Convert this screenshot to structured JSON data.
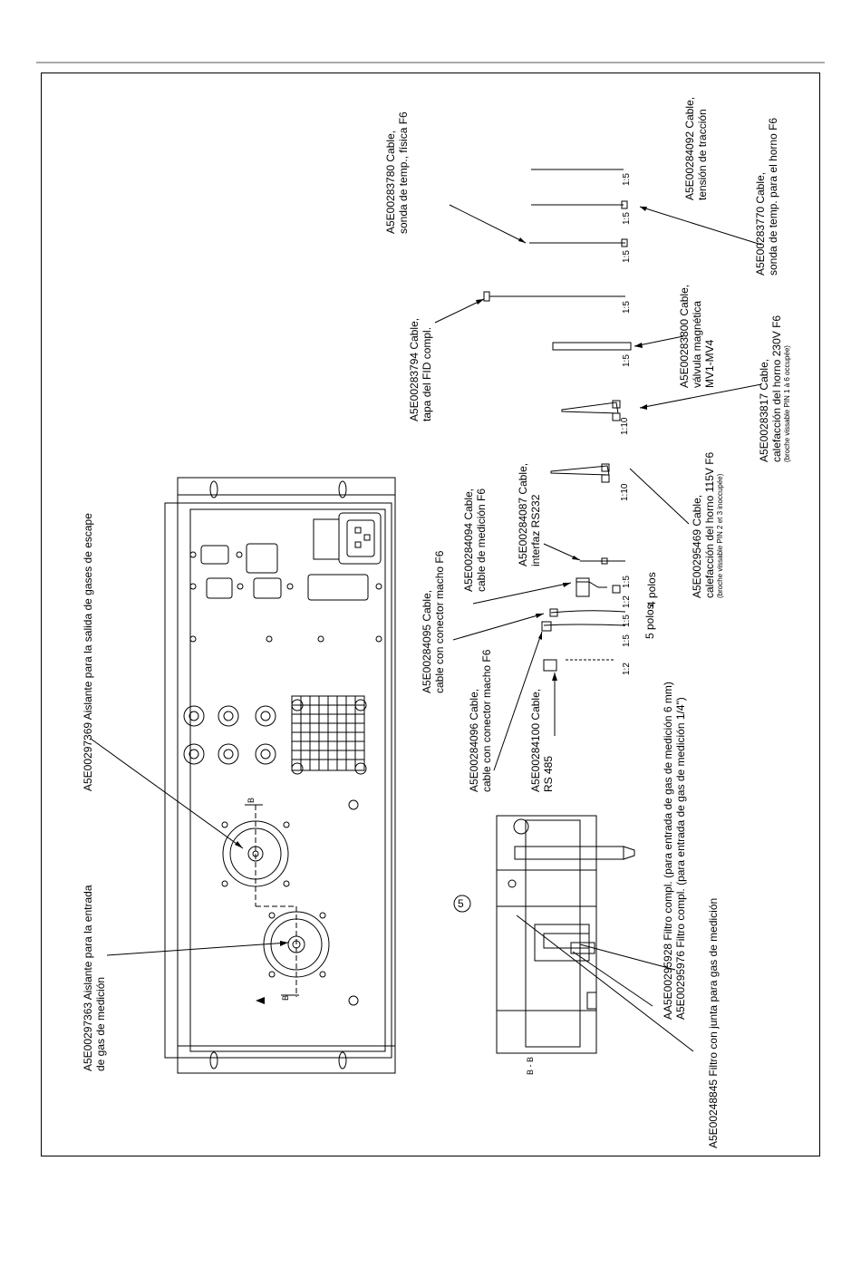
{
  "labels": {
    "l1": "A5E00297363 Aislante para la entrada",
    "l1b": "de gas de medición",
    "l2": "A5E00297369 Aislante para la salida de gases de escape",
    "l3": "A5E00248845 Filtro con junta para gas de medición",
    "l4a": "AA5E00295928 Filtro compl. (para entrada de gas de medición 6 mm)",
    "l4b": "A5E00295976 Filtro compl. (para entrada de gas de medición 1/4\")",
    "l5a": "A5E00284096 Cable,",
    "l5b": "cable con conector macho F6",
    "l6a": "A5E00284100 Cable,",
    "l6b": "RS 485",
    "l7a": "A5E00284095 Cable,",
    "l7b": "cable con conector macho F6",
    "l8a": "A5E00284094 Cable,",
    "l8b": "cable de medición F6",
    "l9a": "A5E00284087 Cable,",
    "l9b": "interfaz RS232",
    "l10a": "A5E00295469 Cable,",
    "l10b": "calefacción del horno 115V F6",
    "l10c": "(broche vissable PIN 2 et 3 inoccupée)",
    "l11a": "A5E00283817 Cable,",
    "l11b": "calefacción del horno 230V F6",
    "l11c": "(broche vissable PIN 1 à 6 occupée)",
    "l12a": "A5E00283794 Cable,",
    "l12b": "tapa del FID compl.",
    "l13a": "A5E00283800 Cable,",
    "l13b": "válvula magnética",
    "l13c": "MV1-MV4",
    "l14a": "A5E00283780 Cable,",
    "l14b": "sonda de temp., física F6",
    "l15a": "A5E00283770 Cable,",
    "l15b": "sonda de temp. para el horno F6",
    "l16a": "A5E00284092 Cable,",
    "l16b": "tensión de tracción",
    "poles5": "5 polos",
    "poles4": "4 polos",
    "section": "B - B",
    "section_mark": "B",
    "callout": "5"
  },
  "scales": {
    "s1": "1:2",
    "s2": "1:5",
    "s3": "1:5",
    "s4": "1:2",
    "s5": "1:5",
    "s6": "1:10",
    "s7": "1:10",
    "s8": "1:5",
    "s9": "1:5",
    "s10": "1:5",
    "s11": "1:5",
    "s12": "1:5"
  }
}
